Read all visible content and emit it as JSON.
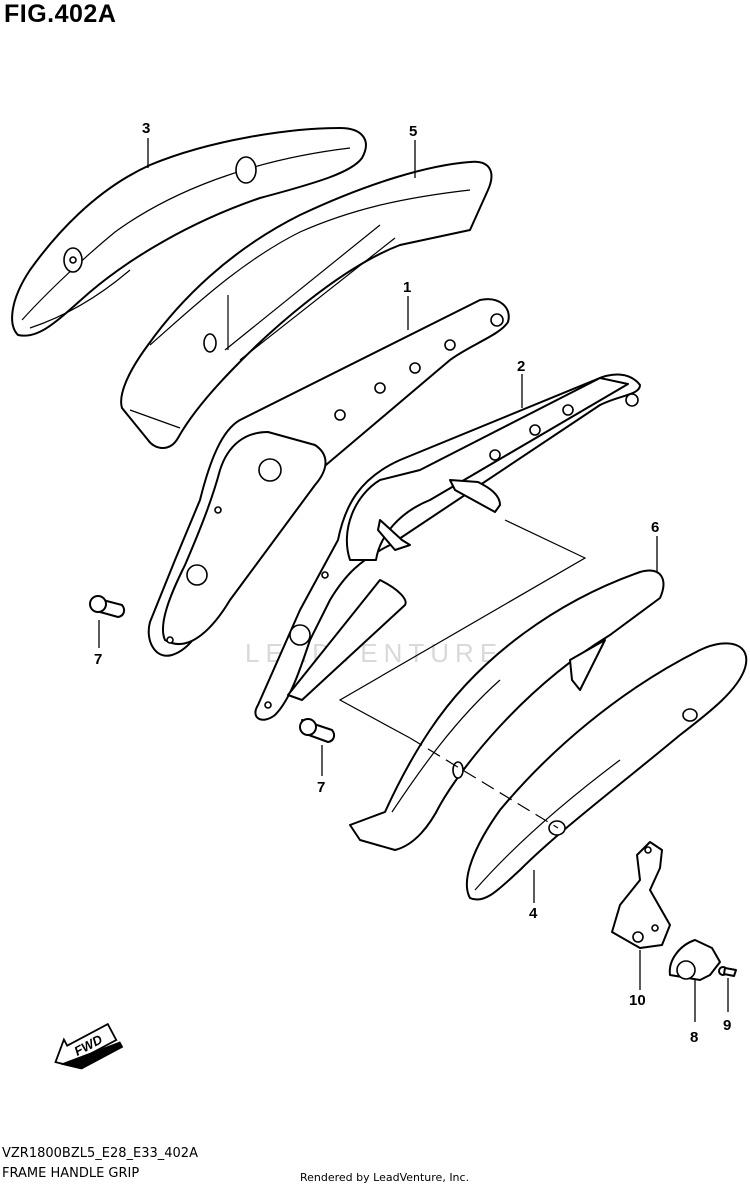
{
  "figure": {
    "title": "FIG.402A"
  },
  "callouts": {
    "c1": "1",
    "c2": "2",
    "c3": "3",
    "c4": "4",
    "c5": "5",
    "c6": "6",
    "c7a": "7",
    "c7b": "7",
    "c8": "8",
    "c9": "9",
    "c10": "10"
  },
  "fwd_label": "FWD",
  "watermark": "LEADVENTURE",
  "footer": {
    "model_code": "VZR1800BZL5_E28_E33_402A",
    "diagram_name": "FRAME HANDLE GRIP",
    "rendered_by": "Rendered by LeadVenture, Inc."
  }
}
